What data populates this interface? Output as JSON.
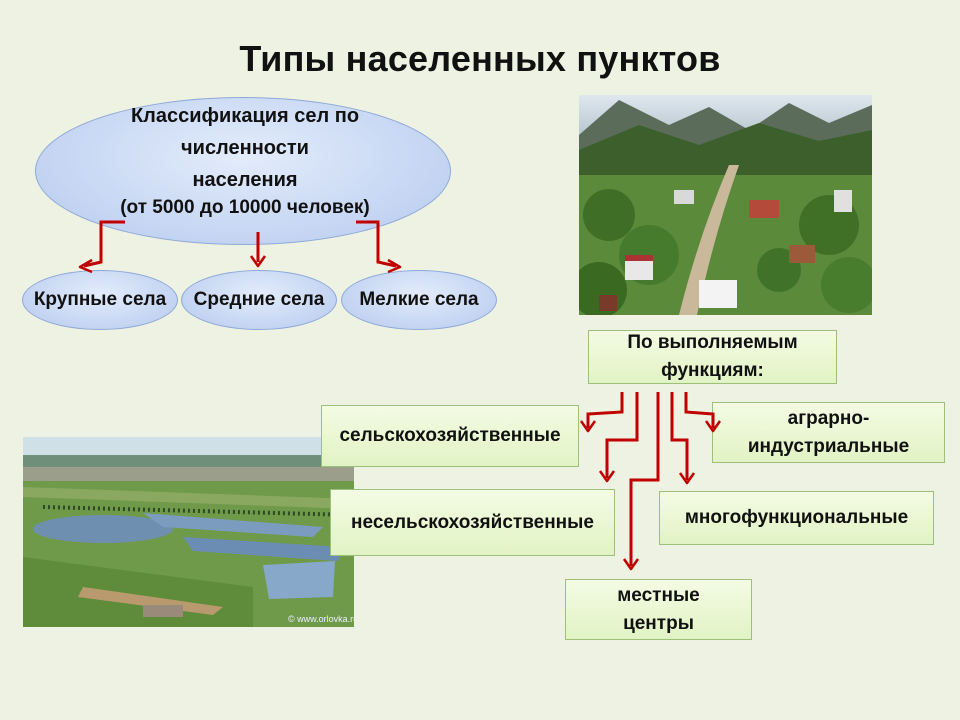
{
  "title": "Типы населенных пунктов",
  "classification": {
    "line1": "Классификация сел по",
    "line2": "численности",
    "line3": "населения",
    "range": "(от 5000 до 10000 человек)",
    "categories": [
      "Крупные села",
      "Средние села",
      "Мелкие села"
    ]
  },
  "functions": {
    "heading": "По выполняемым функциям:",
    "types": {
      "agricultural": "сельскохозяйственные",
      "agro_industrial": "аграрно-индустриальные",
      "non_agricultural": "несельскохозяйственные",
      "multifunctional": "многофункциональные",
      "local_centers": "местные центры"
    }
  },
  "photo_caption": "© www.orlovka.ru",
  "colors": {
    "background": "#eef2e2",
    "arrow": "#c00000",
    "ellipse_fill": "#c3d4f2",
    "box_fill": "#e9f6d4"
  }
}
